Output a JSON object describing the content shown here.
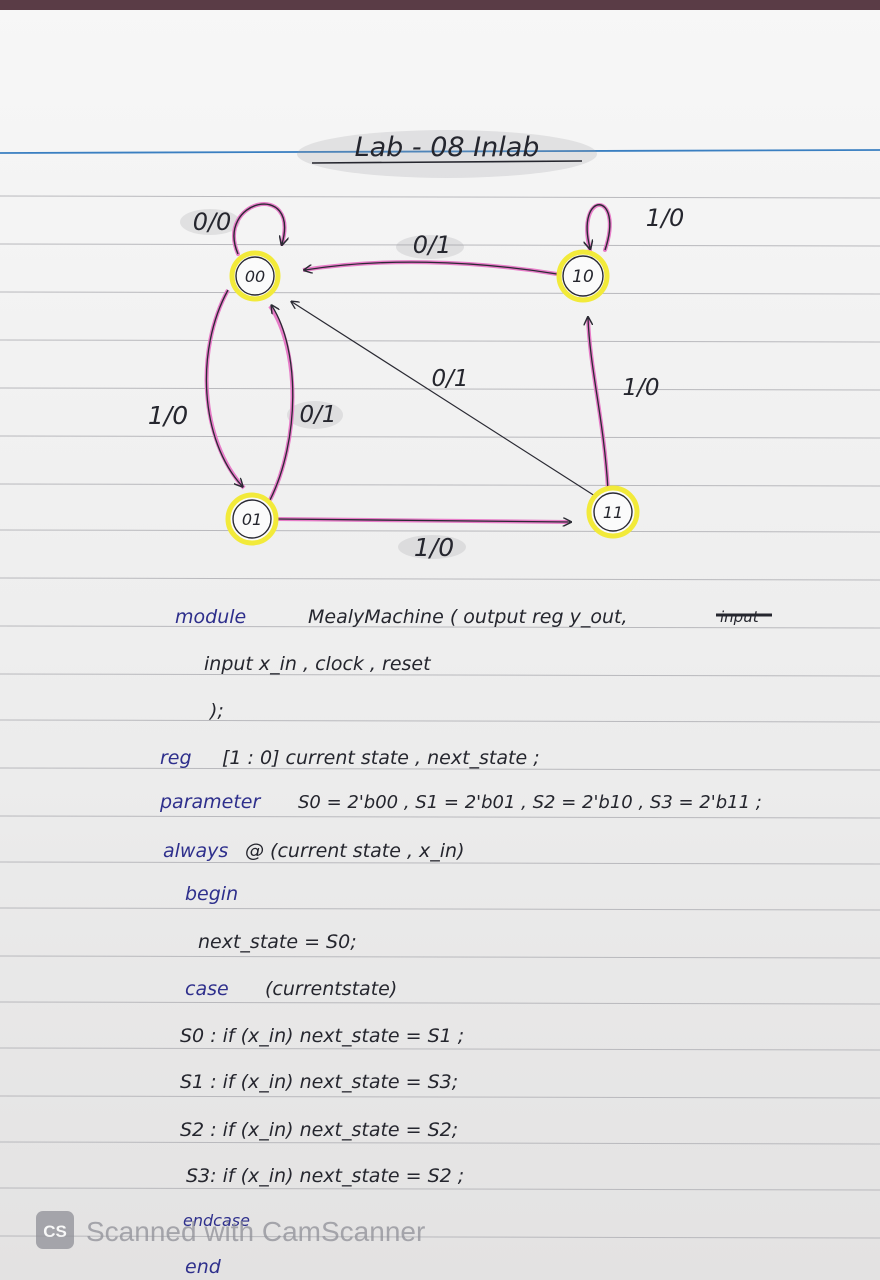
{
  "title": "Lab - 08  Inlab",
  "states": {
    "s00": "00",
    "s01": "01",
    "s10": "10",
    "s11": "11"
  },
  "edges": {
    "self00": "0/0",
    "self10": "1/0",
    "e10_00": "0/1",
    "e11_00": "0/1",
    "e00_01": "1/0",
    "e01_00": "0/1",
    "e11_10": "1/0",
    "e01_11": "1/0"
  },
  "code": {
    "module_kw": "module",
    "module_rest": "MealyMachine ( output reg y_out,",
    "scribble": "input",
    "input_line": "input  x_in , clock , reset",
    "close_paren": ");",
    "reg_kw": "reg",
    "reg_rest": "[1 : 0]   current state , next_state ;",
    "param_kw": "parameter",
    "param_rest": "S0 = 2'b00 , S1 = 2'b01 , S2 = 2'b10 , S3 = 2'b11 ;",
    "always_kw": "always",
    "always_rest": "@ (current state , x_in)",
    "begin_kw": "begin",
    "next_default": "next_state = S0;",
    "case_kw": "case",
    "case_rest": "(currentstate)",
    "s0_line": "S0 :  if  (x_in)  next_state = S1 ;",
    "s1_line": "S1 :  if  (x_in)  next_state = S3;",
    "s2_line": "S2 :  if  (x_in)  next_state = S2;",
    "s3_line": "S3:  if  (x_in)  next_state = S2 ;",
    "endcase_kw": "endcase",
    "end_kw": "end"
  },
  "watermark": {
    "badge": "CS",
    "text": "Scanned with CamScanner"
  },
  "colors": {
    "state_fill": "#fbfbfb",
    "state_ring": "#f2ea3a",
    "pink": "#e77cc8",
    "ink": "#25262e",
    "keyword_ink": "#2e2f8c",
    "rule_blue": "#3a7fc1"
  }
}
